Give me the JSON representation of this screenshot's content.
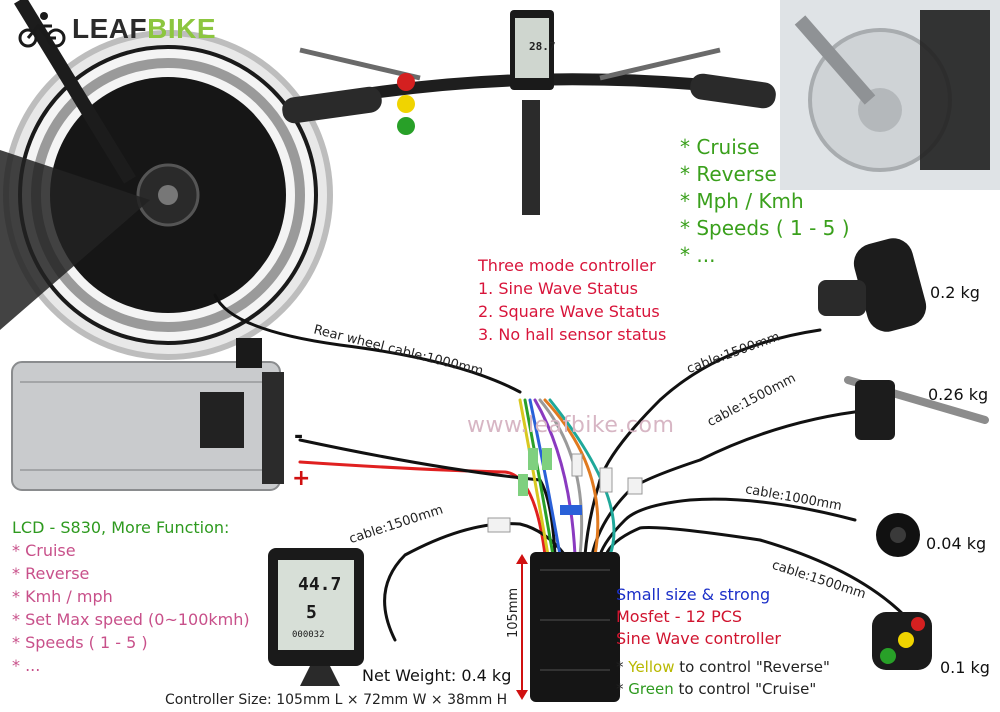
{
  "brand": {
    "name_part1": "LEAF",
    "name_part2": "BIKE"
  },
  "watermark": "www.leafbike.com",
  "green_features": [
    "* Cruise",
    "* Reverse",
    "* Mph / Kmh",
    "* Speeds ( 1 - 5 )",
    "* ..."
  ],
  "controller_modes": {
    "title": "Three mode controller",
    "items": [
      "1. Sine Wave Status",
      "2. Square Wave Status",
      "3. No hall sensor status"
    ]
  },
  "lcd": {
    "title": "LCD - S830, More Function:",
    "items": [
      "* Cruise",
      "* Reverse",
      "* Kmh / mph",
      "* Set Max speed (0~100kmh)",
      "* Speeds ( 1 - 5 )",
      "* ..."
    ],
    "screen_top_value": "28.7",
    "screen_small_value": "44.7",
    "screen_gear": "5",
    "screen_odo": "000032"
  },
  "cables": {
    "rear_wheel": "Rear wheel cable:1000mm",
    "throttle": "cable:1500mm",
    "brake": "cable:1500mm",
    "pas": "cable:1000mm",
    "switch": "cable:1500mm",
    "lcd": "cable:1500mm"
  },
  "weights": {
    "throttle": "0.2 kg",
    "brake": "0.26 kg",
    "pas": "0.04 kg",
    "switch": "0.1 kg"
  },
  "battery": {
    "minus": "-",
    "plus": "+"
  },
  "controller": {
    "height_label": "105mm",
    "line1": "Small size & strong",
    "line2": "Mosfet - 12 PCS",
    "line3": "Sine Wave controller",
    "note1_prefix": "* ",
    "note1_color": "Yellow",
    "note1_rest": " to control \"Reverse\"",
    "note2_prefix": "* ",
    "note2_color": "Green",
    "note2_rest": " to control \"Cruise\"",
    "net_weight": "Net Weight: 0.4 kg",
    "size": "Controller Size: 105mm L × 72mm W × 38mm H"
  },
  "colors": {
    "brand_green": "#8cc63f",
    "feature_green": "#3aa01c",
    "mode_red": "#d8143a",
    "spec_blue": "#1b2fc8"
  }
}
